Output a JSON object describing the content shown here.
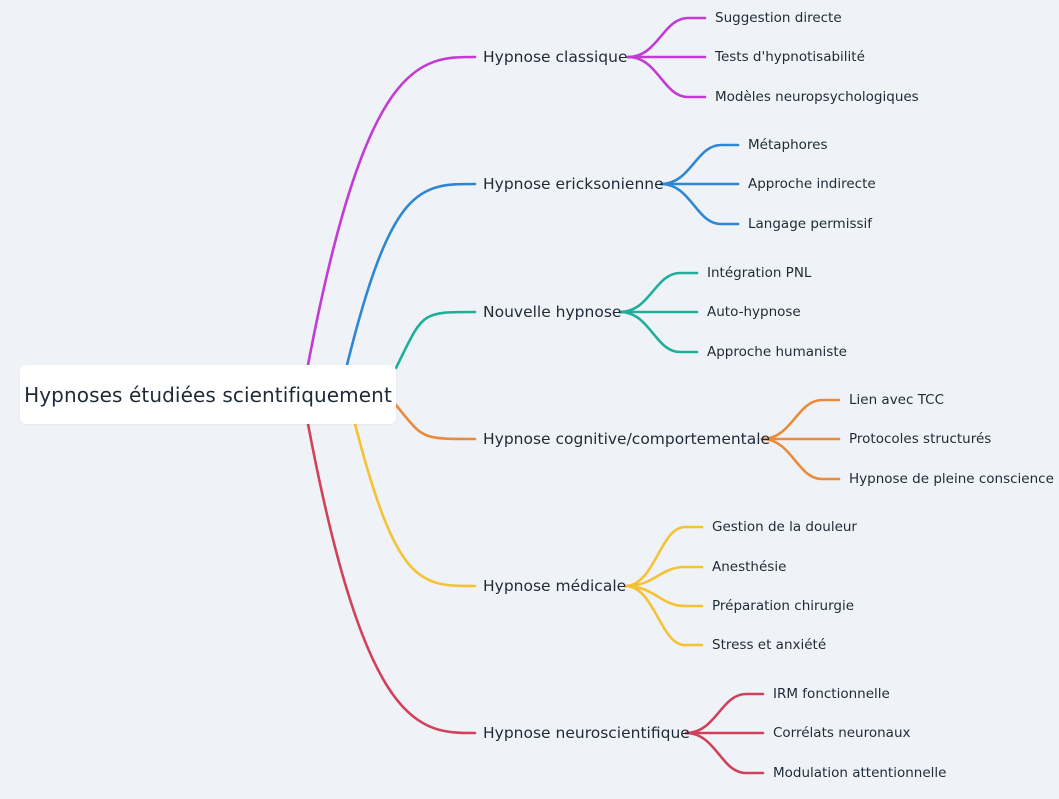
{
  "root": {
    "label": "Hypnoses étudiées scientifiquement"
  },
  "branches": [
    {
      "label": "Hypnose classique",
      "color": "#c23bd4",
      "children": [
        "Suggestion directe",
        "Tests d'hypnotisabilité",
        "Modèles neuropsychologiques"
      ]
    },
    {
      "label": "Hypnose ericksonienne",
      "color": "#2f87d4",
      "children": [
        "Métaphores",
        "Approche indirecte",
        "Langage permissif"
      ]
    },
    {
      "label": "Nouvelle hypnose",
      "color": "#1fae9a",
      "children": [
        "Intégration PNL",
        "Auto-hypnose",
        "Approche humaniste"
      ]
    },
    {
      "label": "Hypnose cognitive/comportementale",
      "color": "#ea8a3a",
      "children": [
        "Lien avec TCC",
        "Protocoles structurés",
        "Hypnose de pleine conscience"
      ]
    },
    {
      "label": "Hypnose médicale",
      "color": "#f5c235",
      "children": [
        "Gestion de la douleur",
        "Anesthésie",
        "Préparation chirurgie",
        "Stress et anxiété"
      ]
    },
    {
      "label": "Hypnose neuroscientifique",
      "color": "#d2415a",
      "children": [
        "IRM fonctionnelle",
        "Corrélats neuronaux",
        "Modulation attentionnelle"
      ]
    }
  ]
}
